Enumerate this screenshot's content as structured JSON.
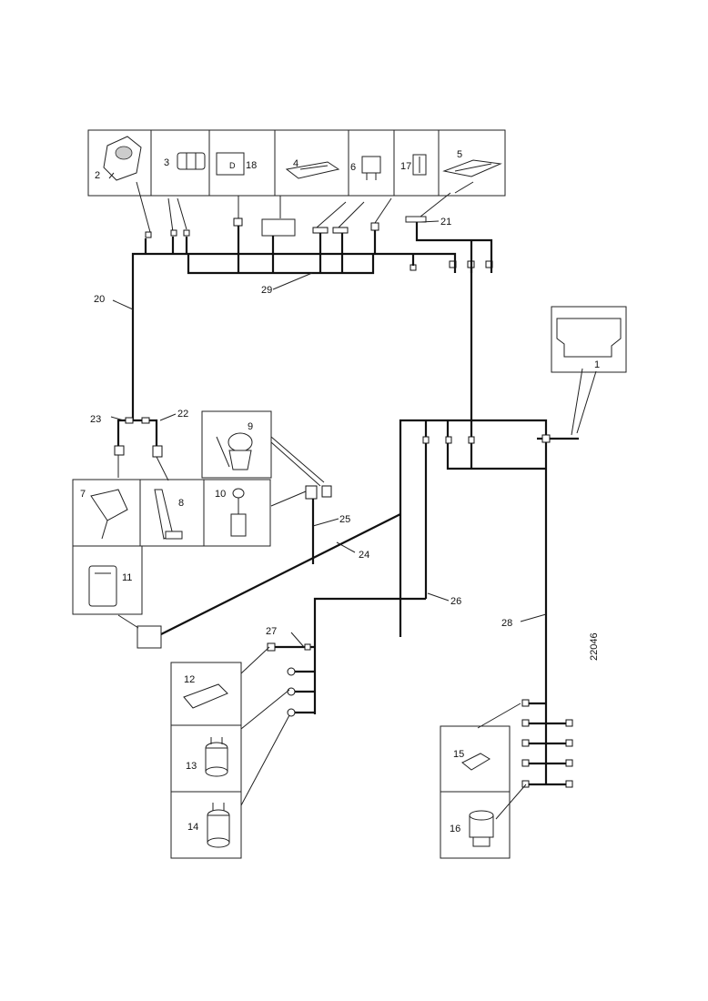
{
  "drawing_ref": "22046",
  "labels": {
    "c1": "1",
    "c2": "2",
    "c3": "3",
    "c4": "4",
    "c5": "5",
    "c6": "6",
    "c7": "7",
    "c8": "8",
    "c9": "9",
    "c10": "10",
    "c11": "11",
    "c12": "12",
    "c13": "13",
    "c14": "14",
    "c15": "15",
    "c16": "16",
    "c17": "17",
    "c18": "18",
    "w20": "20",
    "w21": "21",
    "w22": "22",
    "w23": "23",
    "w24": "24",
    "w25": "25",
    "w26": "26",
    "w27": "27",
    "w28": "28",
    "w29": "29"
  }
}
